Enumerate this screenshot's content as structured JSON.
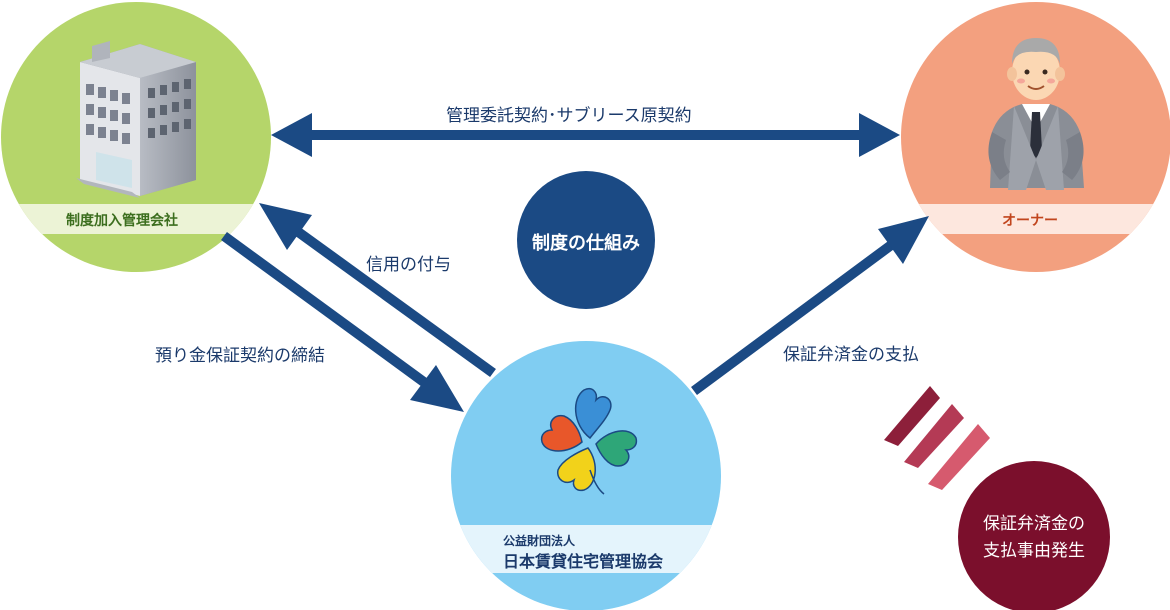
{
  "nodes": {
    "company": {
      "label": "制度加入管理会社",
      "color": "#b5d56a",
      "band_color": "#ecf3d6",
      "text_color": "#3c6e1e"
    },
    "owner": {
      "label": "オーナー",
      "color": "#f3a07f",
      "band_color": "#fde7de",
      "text_color": "#c1451d"
    },
    "association": {
      "sub_label": "公益財団法人",
      "label": "日本賃貸住宅管理協会",
      "color": "#80cdf2",
      "band_color": "#e4f4fc",
      "text_color": "#1b3a6b"
    }
  },
  "center": {
    "label": "制度の仕組み",
    "color": "#1b4a84"
  },
  "event": {
    "line1": "保証弁済金の",
    "line2": "支払事由発生",
    "color": "#7b0f2c"
  },
  "arrows": {
    "top": "管理委託契約･サブリース原契約",
    "credit": "信用の付与",
    "deposit": "預り金保証契約の締結",
    "payment": "保証弁済金の支払"
  },
  "arrow_color": "#1b4a84",
  "icons": [
    "building-icon",
    "businessman-icon",
    "clover-logo-icon",
    "alert-slash-icon"
  ]
}
